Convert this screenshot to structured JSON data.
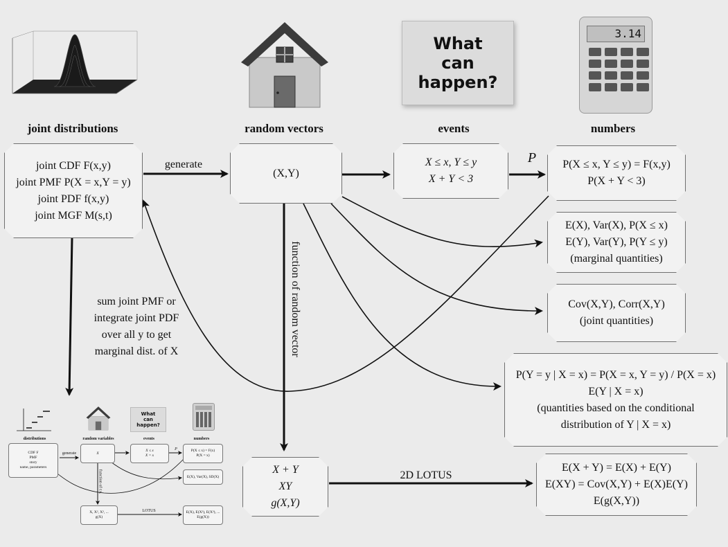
{
  "headers": {
    "joint_distributions": "joint distributions",
    "random_vectors": "random vectors",
    "events": "events",
    "numbers": "numbers"
  },
  "icons": {
    "note_text": "What can happen?",
    "calculator_display": "3.14"
  },
  "boxes": {
    "joint_dist": [
      "joint CDF F(x,y)",
      "joint PMF P(X = x,Y = y)",
      "joint PDF f(x,y)",
      "joint MGF M(s,t)"
    ],
    "random_vector": "(X,Y)",
    "events": [
      "X ≤ x, Y ≤ y",
      "X + Y < 3"
    ],
    "probabilities": [
      "P(X ≤ x, Y ≤ y) = F(x,y)",
      "P(X + Y < 3)"
    ],
    "marginal": [
      "E(X), Var(X), P(X ≤ x)",
      "E(Y), Var(Y), P(Y ≤ y)",
      "(marginal quantities)"
    ],
    "joint_quantities": [
      "Cov(X,Y), Corr(X,Y)",
      "(joint quantities)"
    ],
    "conditional": [
      "P(Y = y | X = x) = P(X = x, Y = y) / P(X = x)",
      "E(Y | X = x)",
      "(quantities based on the conditional",
      "distribution of Y | X = x)"
    ],
    "functions": [
      "X + Y",
      "XY",
      "g(X,Y)"
    ],
    "lotus_results": [
      "E(X + Y) = E(X) + E(Y)",
      "E(XY) = Cov(X,Y) + E(X)E(Y)",
      "E(g(X,Y))"
    ]
  },
  "edge_labels": {
    "generate": "generate",
    "P": "P",
    "function_of_random_vector": "function of random vector",
    "marginal_note": [
      "sum joint PMF or",
      "integrate joint PDF",
      "over all y to get",
      "marginal dist. of X"
    ],
    "lotus": "2D LOTUS"
  },
  "mini_diagram": {
    "headers": [
      "distributions",
      "random variables",
      "events",
      "numbers"
    ],
    "dist_box": [
      "CDF F",
      "PMF",
      "story",
      "name, parameters"
    ],
    "rv_box": "X",
    "events_box": [
      "X ≤ x",
      "X = x"
    ],
    "numbers_box": [
      "P(X ≤ x) = F(x)",
      "P(X = x)"
    ],
    "numbers_box2": "E(X), Var(X), SD(X)",
    "func_box": [
      "X, X², X³, ...",
      "g(X)"
    ],
    "lotus_box": [
      "E(X), E(X²), E(X³), ...",
      "E(g(X))"
    ],
    "generate": "generate",
    "P": "P",
    "lotus": "LOTUS",
    "function_of_rv": "function of r.v.",
    "note_text": "What can happen?"
  }
}
